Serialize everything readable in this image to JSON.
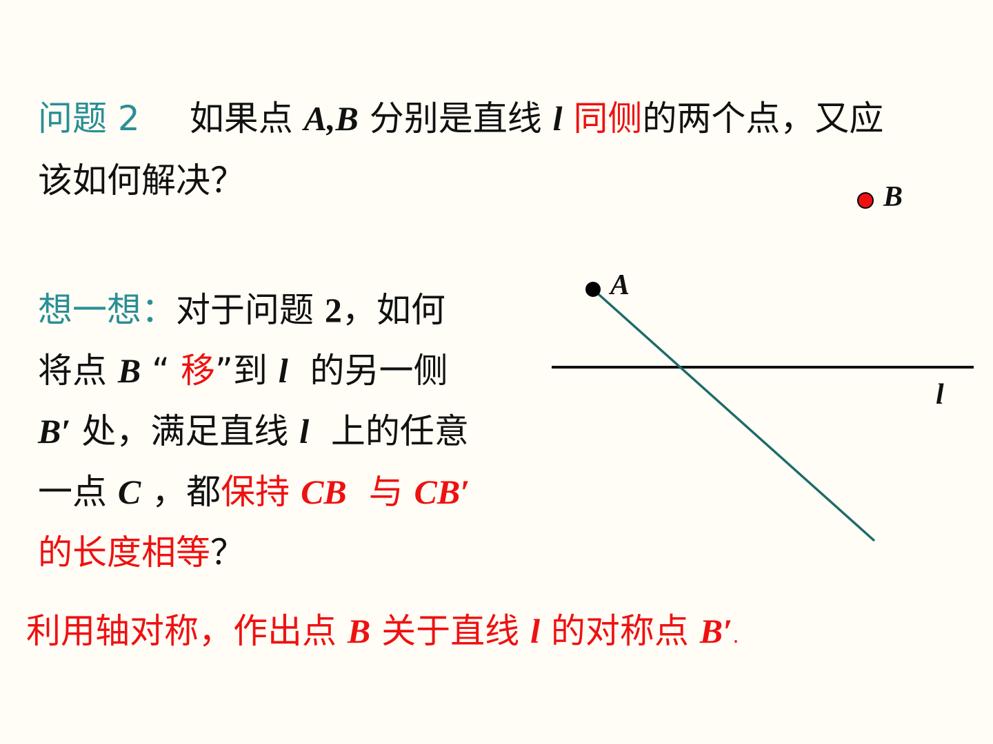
{
  "problem": {
    "label": "问题 2",
    "text_1": "如果点 ",
    "points": "A,B",
    "text_2": " 分别是直线 ",
    "line_var": "l",
    "same_side": "同侧",
    "text_3": "的两个点，又应",
    "text_4": "该如何解决？"
  },
  "think": {
    "label": "想一想：",
    "l1_text": "对于问题 ",
    "l1_num": "2",
    "l1_end": "，如何",
    "l2_a": "将点 ",
    "l2_B": "B",
    "l2_q_open": "“ ",
    "l2_move": "移",
    "l2_q_close": "”到 ",
    "l2_l": "l",
    "l2_end": "  的另一侧",
    "l3_Bp": "B′",
    "l3_text": " 处，满足直线 ",
    "l3_l": "l",
    "l3_end": "  上的任意",
    "l4_a": "一点 ",
    "l4_C": "C",
    "l4_b": "，都",
    "l4_keep": "保持 ",
    "l4_CB": "CB",
    "l4_and": "  与 ",
    "l4_CBp": "CB′",
    "l5_red": "的长度相等",
    "l5_end": "？"
  },
  "answer": {
    "text_1": "利用轴对称，作出点 ",
    "B": "B",
    "text_2": " 关于直线 ",
    "l": "l",
    "text_3": " 的对称点 ",
    "Bp": "B′",
    "dot": "."
  },
  "figure": {
    "label_A": "A",
    "label_B": "B",
    "label_l": "l",
    "color_line_l": "#111111",
    "color_segment": "#1e6b6b",
    "color_point_A": "#000000",
    "color_point_B": "#ee1111"
  }
}
